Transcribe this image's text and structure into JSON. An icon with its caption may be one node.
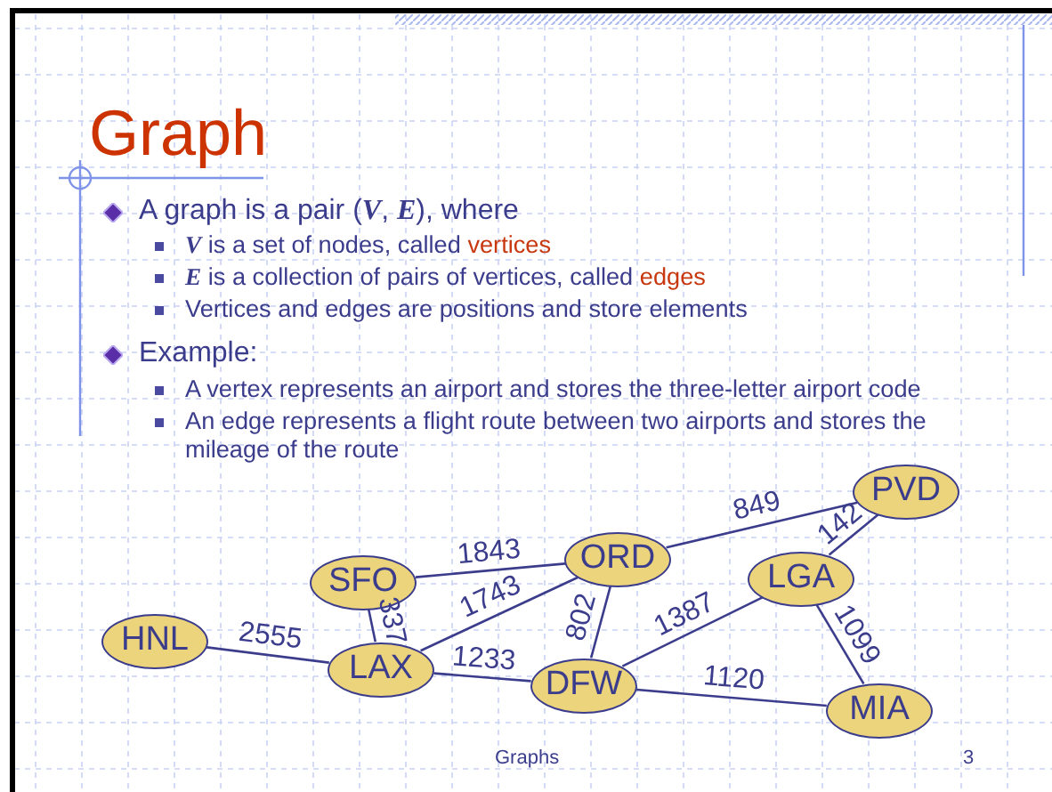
{
  "diagram": {
    "title": "Graph",
    "nodes": [
      {
        "text": [
          "SFO"
        ]
      },
      {
        "text": [
          "ORD"
        ]
      },
      {
        "text": [
          "PVD"
        ]
      },
      {
        "text": [
          "LGA"
        ]
      },
      {
        "text": [
          "HNL"
        ]
      },
      {
        "text": [
          "LAX"
        ]
      },
      {
        "text": [
          "DFW"
        ]
      },
      {
        "text": [
          "MIA"
        ]
      }
    ],
    "edges": [
      {
        "from": 0,
        "to": 1,
        "arrow": "none",
        "label": "1843"
      },
      {
        "from": 1,
        "to": 2,
        "arrow": "none",
        "label": "849"
      },
      {
        "from": 3,
        "to": 2,
        "arrow": "none",
        "label": "142"
      },
      {
        "from": 0,
        "to": 5,
        "arrow": "none",
        "label": "337"
      },
      {
        "from": 5,
        "to": 1,
        "arrow": "none",
        "label": "1743"
      },
      {
        "from": 1,
        "to": 6,
        "arrow": "none",
        "label": "802"
      },
      {
        "from": 4,
        "to": 5,
        "arrow": "none",
        "label": "2555"
      },
      {
        "from": 5,
        "to": 6,
        "arrow": "none",
        "label": "1233"
      },
      {
        "from": 6,
        "to": 3,
        "arrow": "none",
        "label": "1387"
      },
      {
        "from": 3,
        "to": 7,
        "arrow": "none",
        "label": "1099"
      },
      {
        "from": 6,
        "to": 7,
        "arrow": "none",
        "label": "1120"
      }
    ],
    "labels": [
      "A graph is a pair (*V*, *E*), where",
      "*V* is a set of nodes, called **vertices**",
      "*E* is a collection of pairs of vertices, called **edges**",
      "Vertices and edges are positions and store elements",
      "Example:",
      "A vertex represents an airport and stores the three-letter airport code",
      "An edge represents a flight route between two airports and stores the mileage of the route",
      "Graphs",
      "3"
    ]
  }
}
